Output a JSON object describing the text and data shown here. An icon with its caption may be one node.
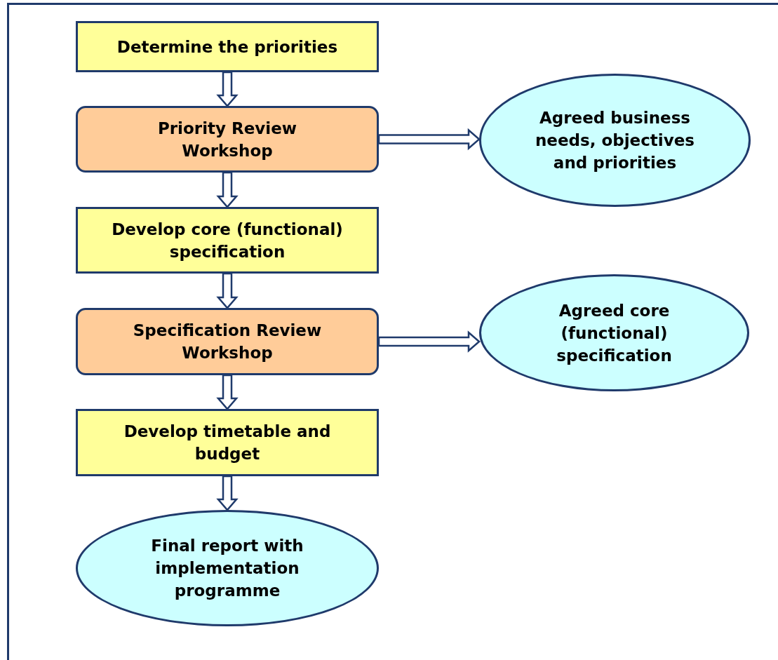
{
  "diagram": {
    "nodes": [
      {
        "text": [
          "Determine the priorities"
        ]
      },
      {
        "text": [
          "Priority Review Workshop"
        ]
      },
      {
        "text": [
          "Agreed business needs, objectives and priorities"
        ]
      },
      {
        "text": [
          "Develop core (functional) specification"
        ]
      },
      {
        "text": [
          "Specification Review Workshop"
        ]
      },
      {
        "text": [
          "Agreed core (functional) specification"
        ]
      },
      {
        "text": [
          "Develop timetable and budget"
        ]
      },
      {
        "text": [
          "Final report with implementation programme"
        ]
      }
    ],
    "edges": [
      {
        "from": 0,
        "to": 1,
        "arrow": "to"
      },
      {
        "from": 1,
        "to": 2,
        "arrow": "to"
      },
      {
        "from": 1,
        "to": 3,
        "arrow": "to"
      },
      {
        "from": 3,
        "to": 4,
        "arrow": "to"
      },
      {
        "from": 4,
        "to": 5,
        "arrow": "to"
      },
      {
        "from": 4,
        "to": 6,
        "arrow": "to"
      },
      {
        "from": 6,
        "to": 7,
        "arrow": "to"
      }
    ]
  }
}
